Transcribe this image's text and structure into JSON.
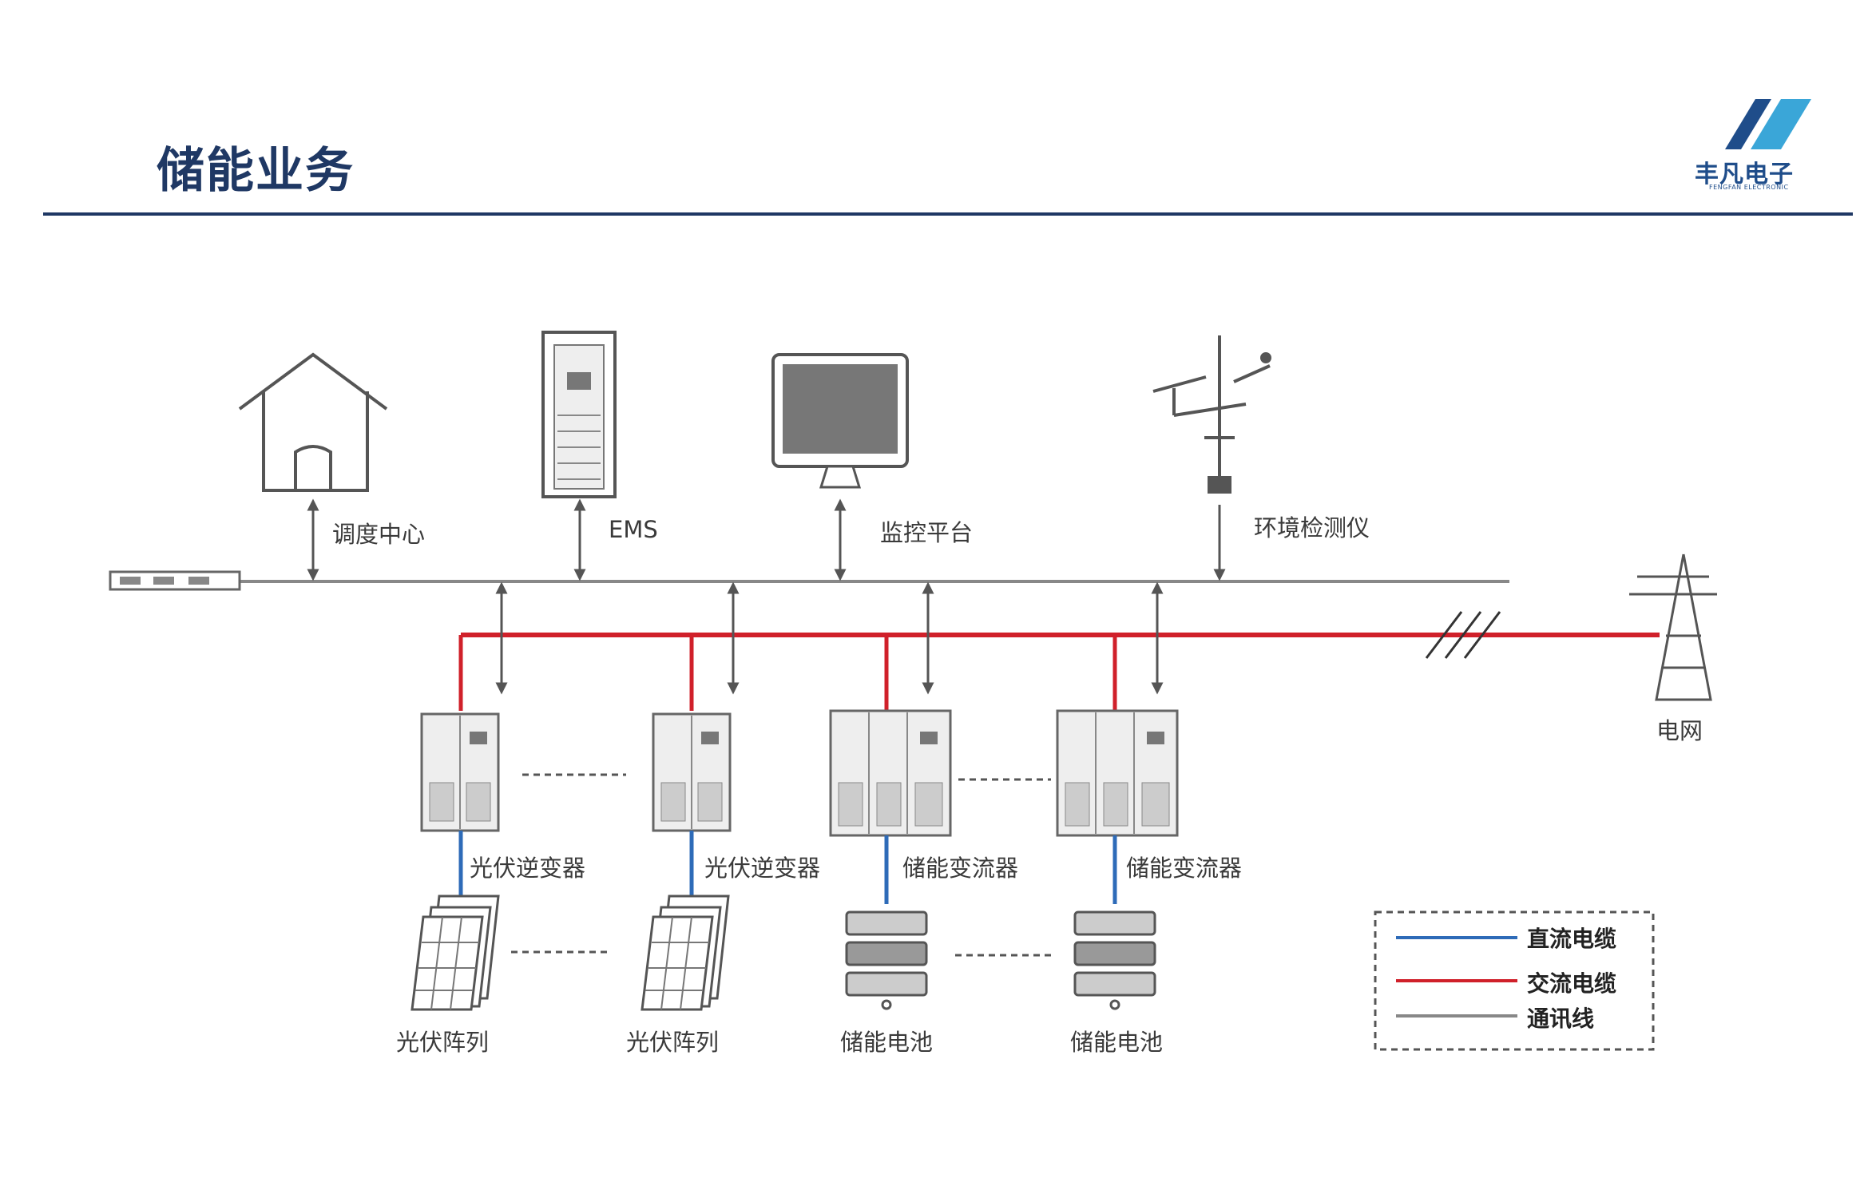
{
  "header": {
    "title": "储能业务"
  },
  "logo": {
    "name_cn": "丰凡电子",
    "name_en": "FENGFAN ELECTRONIC"
  },
  "diagram": {
    "top_devices": [
      {
        "label": "调度中心",
        "icon": "house-icon"
      },
      {
        "label": "EMS",
        "icon": "cabinet-icon"
      },
      {
        "label": "监控平台",
        "icon": "monitor-icon"
      },
      {
        "label": "环境检测仪",
        "icon": "weather-station-icon"
      }
    ],
    "converters": [
      {
        "label": "光伏逆变器"
      },
      {
        "label": "光伏逆变器"
      },
      {
        "label": "储能变流器"
      },
      {
        "label": "储能变流器"
      }
    ],
    "sources": [
      {
        "label": "光伏阵列"
      },
      {
        "label": "光伏阵列"
      },
      {
        "label": "储能电池"
      },
      {
        "label": "储能电池"
      }
    ],
    "grid_label": "电网"
  },
  "legend": {
    "items": [
      {
        "label": "直流电缆",
        "color": "#2e6bb8"
      },
      {
        "label": "交流电缆",
        "color": "#d0202a"
      },
      {
        "label": "通讯线",
        "color": "#888888"
      }
    ]
  }
}
